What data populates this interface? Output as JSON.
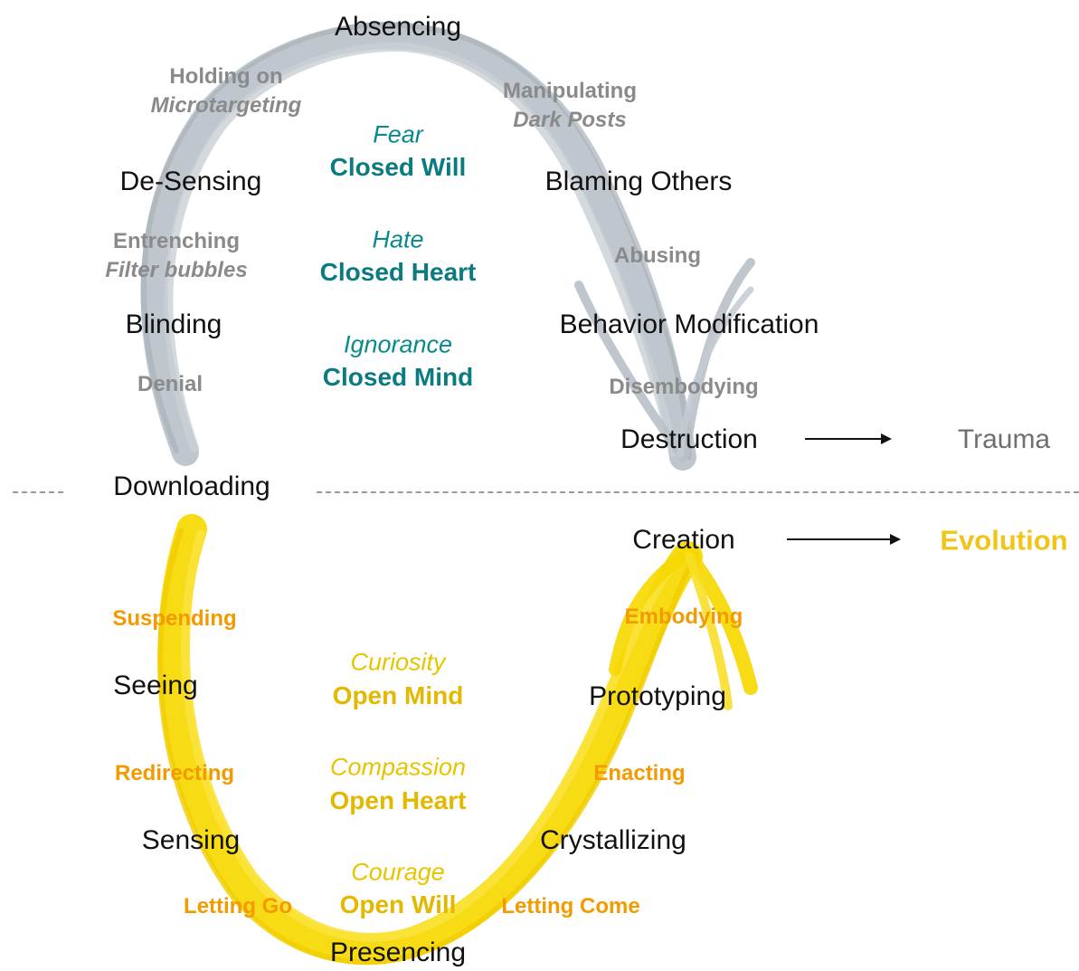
{
  "colors": {
    "gray_arc": "#b8c0c8",
    "yellow_arc": "#f6d800",
    "teal": "#0a7b80",
    "gold": "#e3b800",
    "orange": "#f29a00",
    "evolution": "#f0c419"
  },
  "upper": {
    "absencing": "Absencing",
    "holding_on": "Holding on",
    "microtargeting": "Microtargeting",
    "manipulating": "Manipulating",
    "dark_posts": "Dark Posts",
    "de_sensing": "De-Sensing",
    "blaming_others": "Blaming Others",
    "entrenching": "Entrenching",
    "filter_bubbles": "Filter bubbles",
    "abusing": "Abusing",
    "blinding": "Blinding",
    "behavior_modification": "Behavior Modification",
    "denial": "Denial",
    "disembodying": "Disembodying",
    "destruction": "Destruction",
    "trauma": "Trauma"
  },
  "upper_center": {
    "fear": "Fear",
    "closed_will": "Closed Will",
    "hate": "Hate",
    "closed_heart": "Closed Heart",
    "ignorance": "Ignorance",
    "closed_mind": "Closed Mind"
  },
  "middle": {
    "downloading": "Downloading"
  },
  "lower": {
    "creation": "Creation",
    "evolution": "Evolution",
    "suspending": "Suspending",
    "embodying": "Embodying",
    "seeing": "Seeing",
    "prototyping": "Prototyping",
    "redirecting": "Redirecting",
    "enacting": "Enacting",
    "sensing": "Sensing",
    "crystallizing": "Crystallizing",
    "letting_go": "Letting Go",
    "letting_come": "Letting Come",
    "presencing": "Presencing"
  },
  "lower_center": {
    "curiosity": "Curiosity",
    "open_mind": "Open Mind",
    "compassion": "Compassion",
    "open_heart": "Open Heart",
    "courage": "Courage",
    "open_will": "Open Will"
  }
}
